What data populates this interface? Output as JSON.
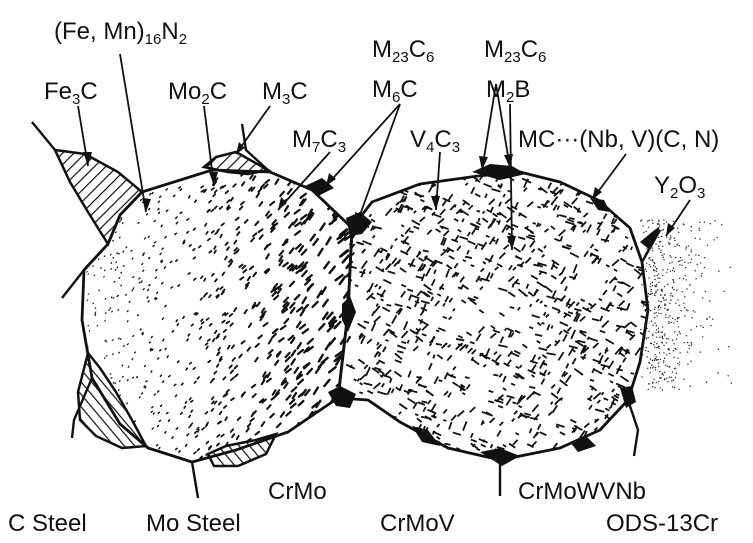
{
  "labels": {
    "fe_mn_n": [
      "(Fe, Mn)",
      "16",
      "N",
      "2"
    ],
    "fe3c": [
      "Fe",
      "3",
      "C"
    ],
    "mo2c": [
      "Mo",
      "2",
      "C"
    ],
    "m3c": [
      "M",
      "3",
      "C"
    ],
    "m23c6_a": [
      "M",
      "23",
      "C",
      "6"
    ],
    "m6c": [
      "M",
      "6",
      "C"
    ],
    "m23c6_b": [
      "M",
      "23",
      "C",
      "6"
    ],
    "m2b": [
      "M",
      "2",
      "B"
    ],
    "m7c3": [
      "M",
      "7",
      "C",
      "3"
    ],
    "v4c3": [
      "V",
      "4",
      "C",
      "3"
    ],
    "mc": "MC···(Nb, V)(C, N)",
    "y2o3": [
      "Y",
      "2",
      "O",
      "3"
    ]
  },
  "steel_labels": {
    "c_steel": "C Steel",
    "mo_steel": "Mo Steel",
    "crmo": "CrMo",
    "crmov": "CrMoV",
    "crmowvnb": "CrMoWVNb",
    "ods": "ODS-13Cr"
  },
  "colors": {
    "line": "#111111",
    "paper": "#ffffff"
  }
}
